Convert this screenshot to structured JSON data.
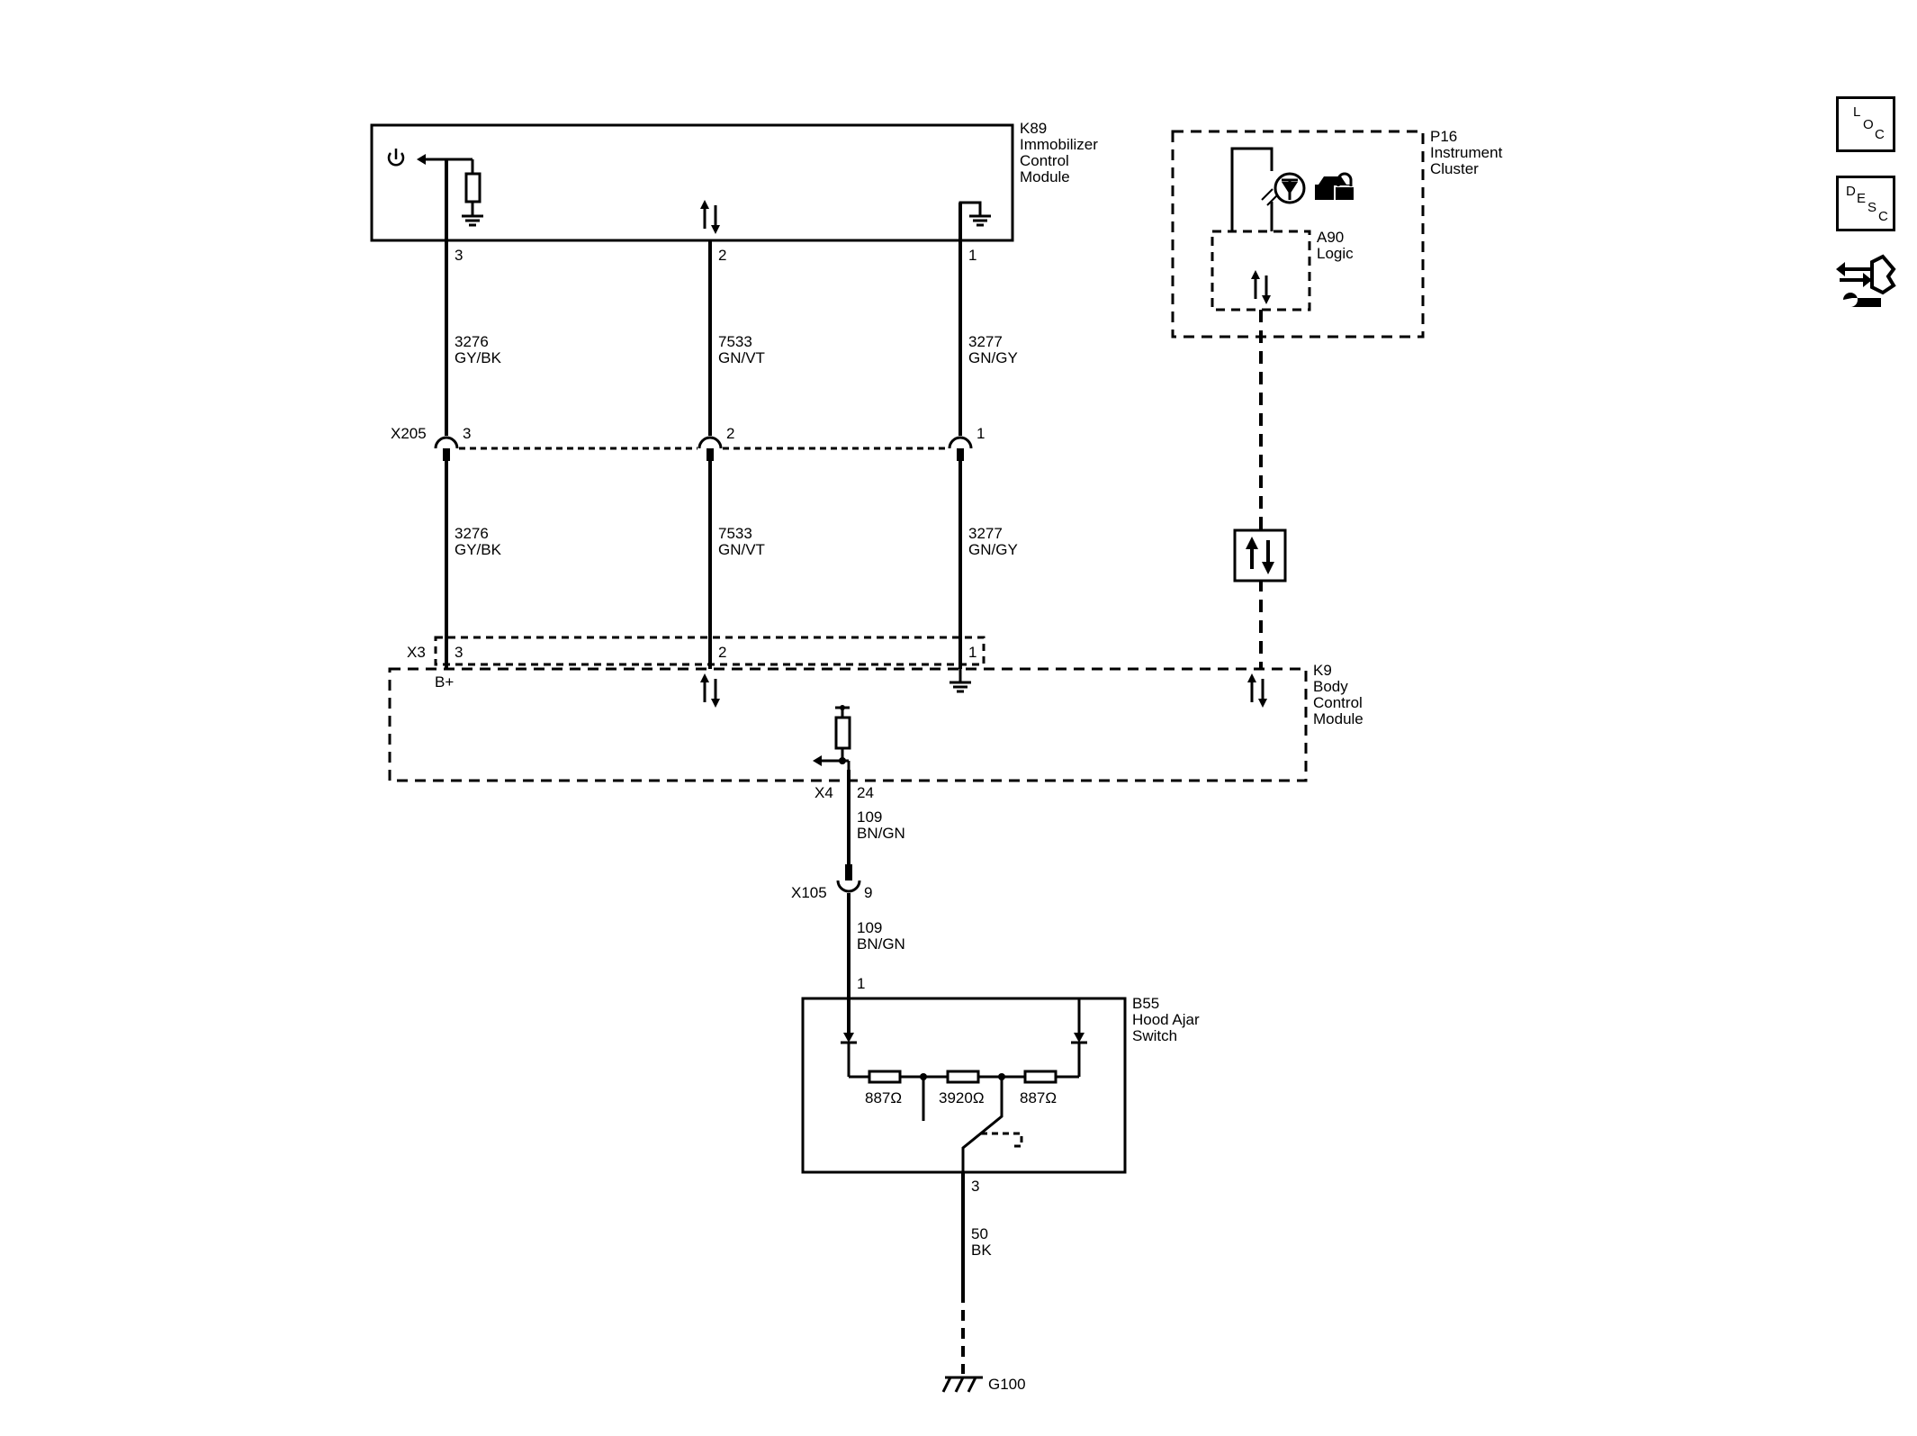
{
  "components": {
    "k89": {
      "id": "K89",
      "lines": [
        "Immobilizer",
        "Control",
        "Module"
      ],
      "pins": [
        "3",
        "2",
        "1"
      ]
    },
    "p16": {
      "id": "P16",
      "lines": [
        "Instrument",
        "Cluster"
      ]
    },
    "a90": {
      "id": "A90",
      "lines": [
        "Logic"
      ]
    },
    "k9": {
      "id": "K9",
      "lines": [
        "Body",
        "Control",
        "Module"
      ],
      "x3_pins": [
        "3",
        "2",
        "1"
      ],
      "b_plus": "B+"
    },
    "b55": {
      "id": "B55",
      "lines": [
        "Hood Ajar",
        "Switch"
      ],
      "pins": [
        "1",
        "3"
      ],
      "resistors": [
        "887Ω",
        "3920Ω",
        "887Ω"
      ]
    }
  },
  "connectors": {
    "x205": {
      "id": "X205",
      "pins": [
        "3",
        "2",
        "1"
      ]
    },
    "x3": {
      "id": "X3"
    },
    "x4": {
      "id": "X4",
      "pin": "24"
    },
    "x105": {
      "id": "X105",
      "pin": "9"
    }
  },
  "wires": {
    "w3276": {
      "circuit": "3276",
      "color": "GY/BK"
    },
    "w7533": {
      "circuit": "7533",
      "color": "GN/VT"
    },
    "w3277": {
      "circuit": "3277",
      "color": "GN/GY"
    },
    "w109": {
      "circuit": "109",
      "color": "BN/GN"
    },
    "w50": {
      "circuit": "50",
      "color": "BK"
    }
  },
  "ground": {
    "id": "G100"
  },
  "side_buttons": {
    "loc": [
      "L",
      "O",
      "C"
    ],
    "desc": [
      "D",
      "E",
      "S",
      "C"
    ],
    "connector_icon": "connector-wrench-icon"
  }
}
